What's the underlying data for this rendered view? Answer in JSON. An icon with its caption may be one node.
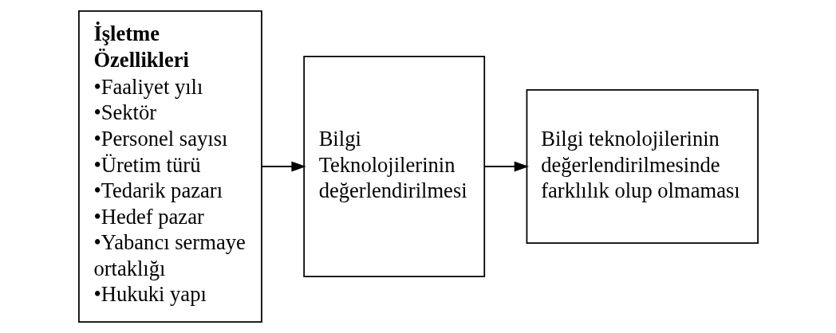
{
  "diagram": {
    "nodes": [
      {
        "text": [
          "İşletme Özellikleri",
          "•Faaliyet yılı",
          "•Sektör",
          "•Personel sayısı",
          "•Üretim türü",
          "•Tedarik pazarı",
          "•Hedef pazar",
          "•Yabancı sermaye ortaklığı",
          "•Hukuki yapı"
        ]
      },
      {
        "text": [
          "Bilgi Teknolojilerinin değerlendirilmesi"
        ]
      },
      {
        "text": [
          "Bilgi teknolojilerinin değerlendirilmesinde farklılık olup olmaması"
        ]
      }
    ],
    "edges": [
      {
        "from": 0,
        "to": 1,
        "arrow": "to"
      },
      {
        "from": 1,
        "to": 2,
        "arrow": "to"
      }
    ]
  }
}
